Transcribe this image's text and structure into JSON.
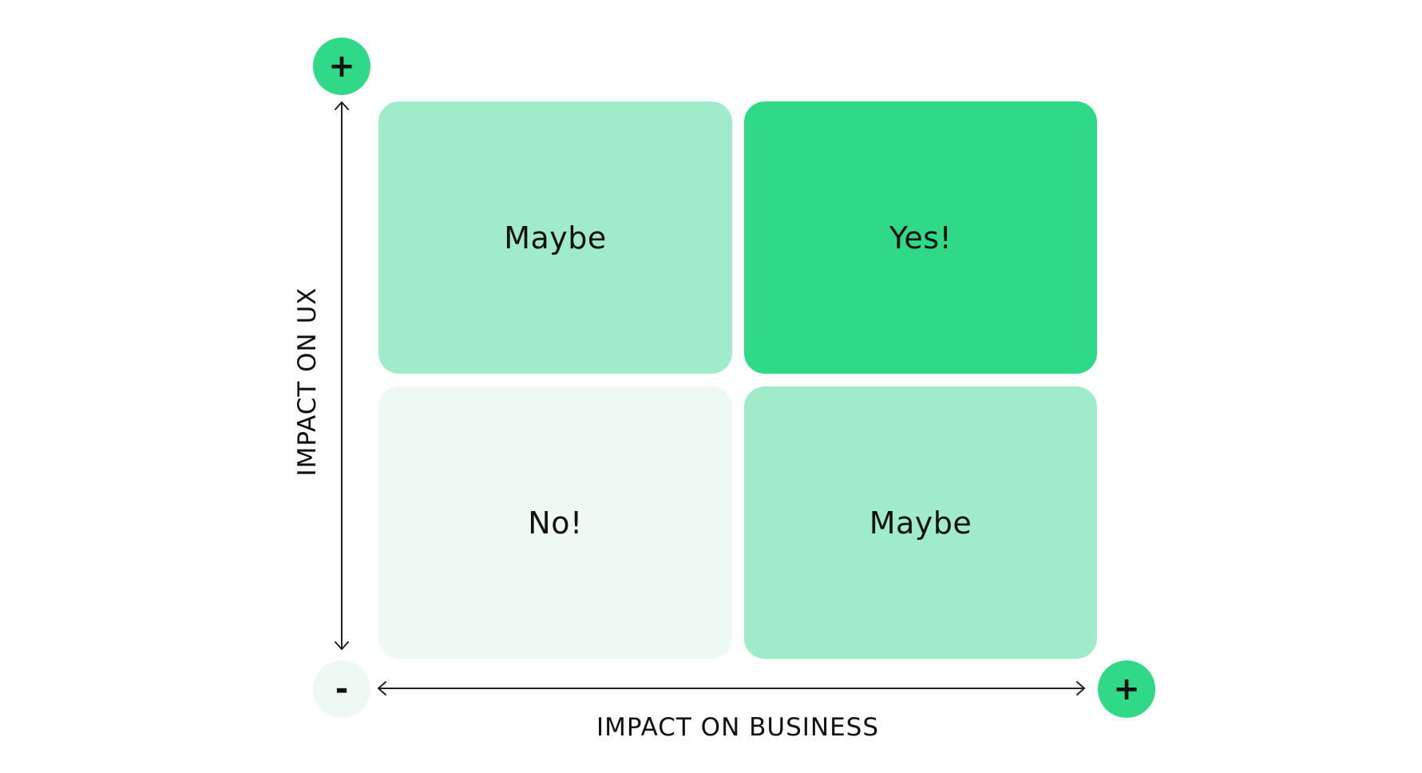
{
  "colors": {
    "strong": "#2fd987",
    "medium": "#a0ecca",
    "light": "#eef9f3",
    "text": "#111111",
    "axis": "#222222"
  },
  "quadrants": {
    "top_left": {
      "label": "Maybe",
      "level": "medium"
    },
    "top_right": {
      "label": "Yes!",
      "level": "strong"
    },
    "bottom_left": {
      "label": "No!",
      "level": "light"
    },
    "bottom_right": {
      "label": "Maybe",
      "level": "medium"
    }
  },
  "axes": {
    "x_label": "IMPACT ON BUSINESS",
    "y_label": "IMPACT ON UX",
    "y_max_symbol": "+",
    "x_max_symbol": "+",
    "origin_symbol": "-"
  }
}
